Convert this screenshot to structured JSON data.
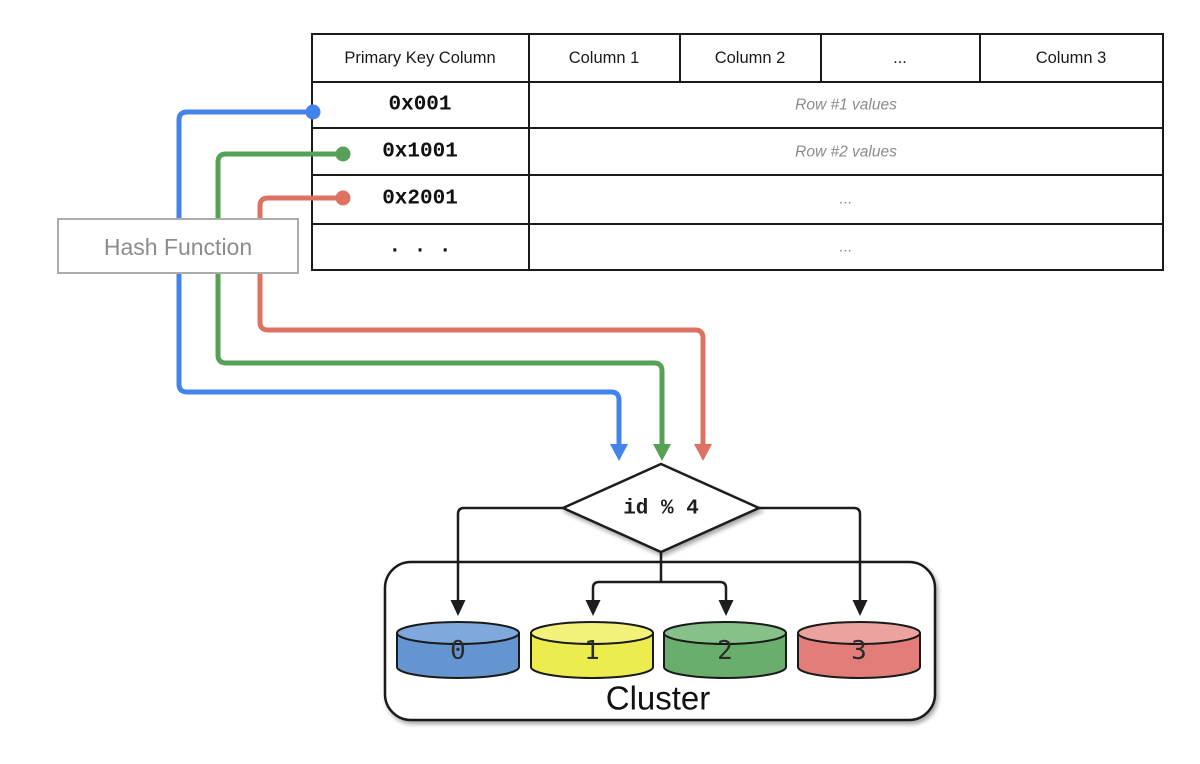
{
  "diagram": {
    "table": {
      "headers": [
        "Primary Key Column",
        "Column 1",
        "Column 2",
        "...",
        "Column 3"
      ],
      "rows": [
        {
          "key": "0x001",
          "values": "Row #1 values"
        },
        {
          "key": "0x1001",
          "values": "Row #2 values"
        },
        {
          "key": "0x2001",
          "values": "..."
        },
        {
          "key": ". . .",
          "values": "..."
        }
      ]
    },
    "hash_box": {
      "label": "Hash Function"
    },
    "hash_node": {
      "label": "id % 4"
    },
    "connectors": {
      "row1_color": "#4583EC",
      "row2_color": "#56A156",
      "row3_color": "#DE7262"
    },
    "cluster": {
      "label": "Cluster",
      "shards": [
        {
          "label": "0",
          "body_color": "#6495D0",
          "top_color": "#7FA9DC"
        },
        {
          "label": "1",
          "body_color": "#ECEC4E",
          "top_color": "#F2F27A"
        },
        {
          "label": "2",
          "body_color": "#69AE6C",
          "top_color": "#85C188"
        },
        {
          "label": "3",
          "body_color": "#E27D7A",
          "top_color": "#ECA29F"
        }
      ]
    }
  }
}
